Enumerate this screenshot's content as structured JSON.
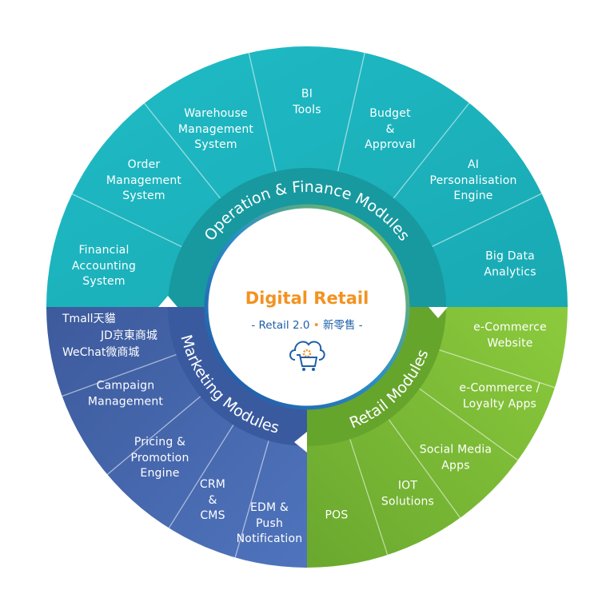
{
  "colors": {
    "teal": "#1cb4bf",
    "teal_band": "#17999f",
    "blue": "#4567ae",
    "blue_band": "#3a5a9f",
    "green": "#7cbd38",
    "green_band": "#66a52c",
    "orange": "#f39220",
    "navy": "#1f5fa8"
  },
  "center": {
    "title": "Digital Retail",
    "sub_prefix": "-",
    "sub_left": "Retail 2.0",
    "sub_dot": "•",
    "sub_right": "新零售",
    "sub_suffix": "-",
    "icon": "cloud-cart-gear-icon"
  },
  "modules": {
    "operation": "Operation & Finance Modules",
    "marketing": "Marketing Modules",
    "retail": "Retail Modules"
  },
  "operation_items": [
    [
      "Financial",
      "Accounting",
      "System"
    ],
    [
      "Order",
      "Management",
      "System"
    ],
    [
      "Warehouse",
      "Management",
      "System"
    ],
    [
      "BI",
      "Tools"
    ],
    [
      "Budget",
      "&",
      "Approval"
    ],
    [
      "AI",
      "Personalisation",
      "Engine"
    ],
    [
      "Big Data",
      "Analytics"
    ]
  ],
  "marketing_items": {
    "ecommerce": [
      "Tmall天貓",
      "JD京東商城",
      "WeChat微商城"
    ],
    "campaign": [
      "Campaign",
      "Management"
    ],
    "pricing": [
      "Pricing &",
      "Promotion",
      "Engine"
    ],
    "crm": [
      "CRM",
      "&",
      "CMS"
    ],
    "edm": [
      "EDM &",
      "Push",
      "Notification"
    ]
  },
  "retail_items": [
    [
      "e-Commerce",
      "Website"
    ],
    [
      "e-Commerce /",
      "Loyalty Apps"
    ],
    [
      "Social Media",
      "Apps"
    ],
    [
      "IOT",
      "Solutions"
    ],
    [
      "POS"
    ]
  ]
}
